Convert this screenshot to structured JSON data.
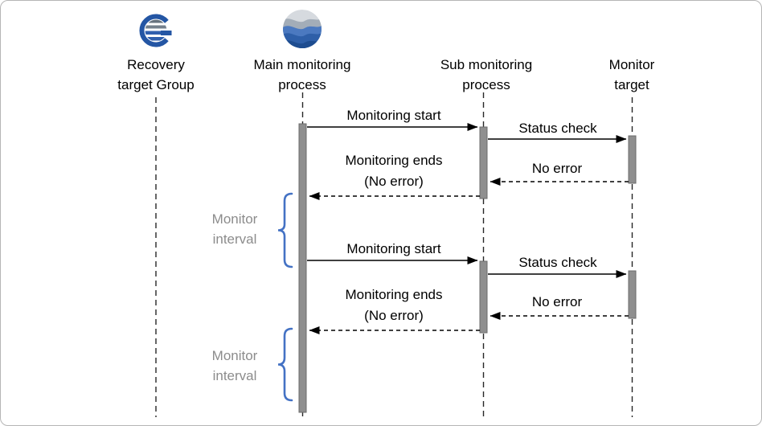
{
  "colors": {
    "accent_blue": "#4472C4",
    "activation_grey": "#8F8F8F",
    "interval_text_grey": "#8C8C8C",
    "line_black": "#000000"
  },
  "lifelines": [
    {
      "line1": "Recovery",
      "line2": "target Group",
      "icon": "globe-g-logo"
    },
    {
      "line1": "Main monitoring",
      "line2": "process",
      "icon": "wave-sphere-logo"
    },
    {
      "line1": "Sub monitoring",
      "line2": "process"
    },
    {
      "line1": "Monitor",
      "line2": "target"
    }
  ],
  "messages": {
    "cycle1": {
      "monitoring_start": "Monitoring start",
      "status_check": "Status check",
      "no_error": "No error",
      "monitoring_ends_line1": "Monitoring ends",
      "monitoring_ends_line2": "(No error)"
    },
    "cycle2": {
      "monitoring_start": "Monitoring start",
      "status_check": "Status check",
      "no_error": "No error",
      "monitoring_ends_line1": "Monitoring ends",
      "monitoring_ends_line2": "(No error)"
    }
  },
  "annotations": {
    "interval1_line1": "Monitor",
    "interval1_line2": "interval",
    "interval2_line1": "Monitor",
    "interval2_line2": "interval"
  }
}
